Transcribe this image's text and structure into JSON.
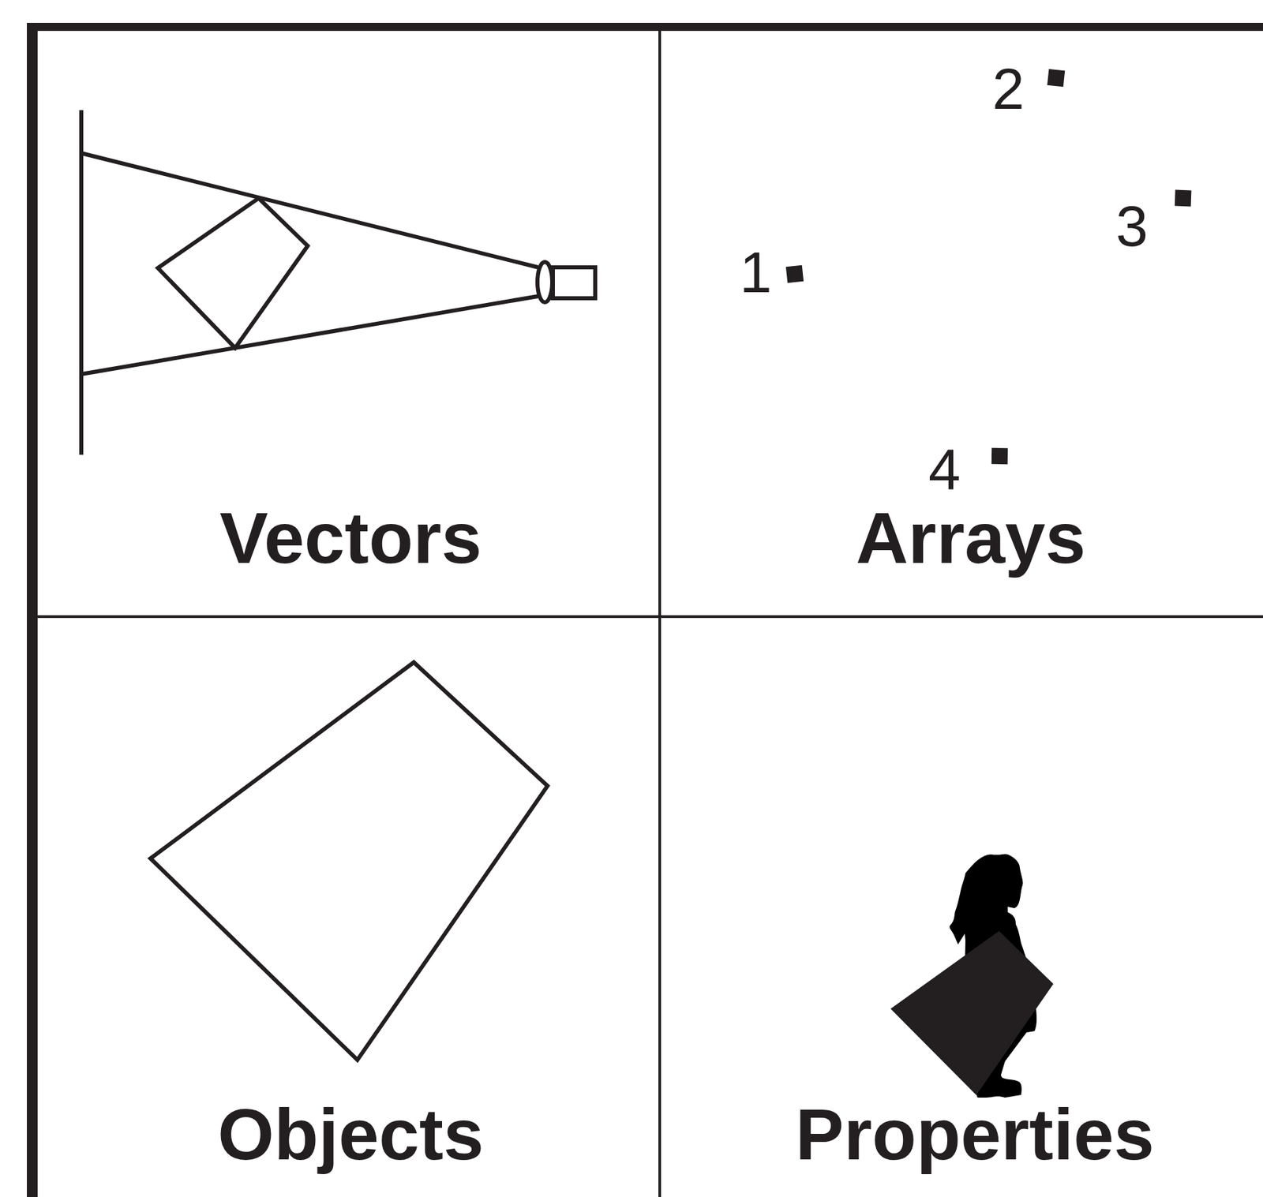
{
  "diagram": {
    "labels": [
      "Vectors",
      "2",
      "3",
      "1",
      "4",
      "Arrays",
      "Objects",
      "Properties"
    ]
  }
}
